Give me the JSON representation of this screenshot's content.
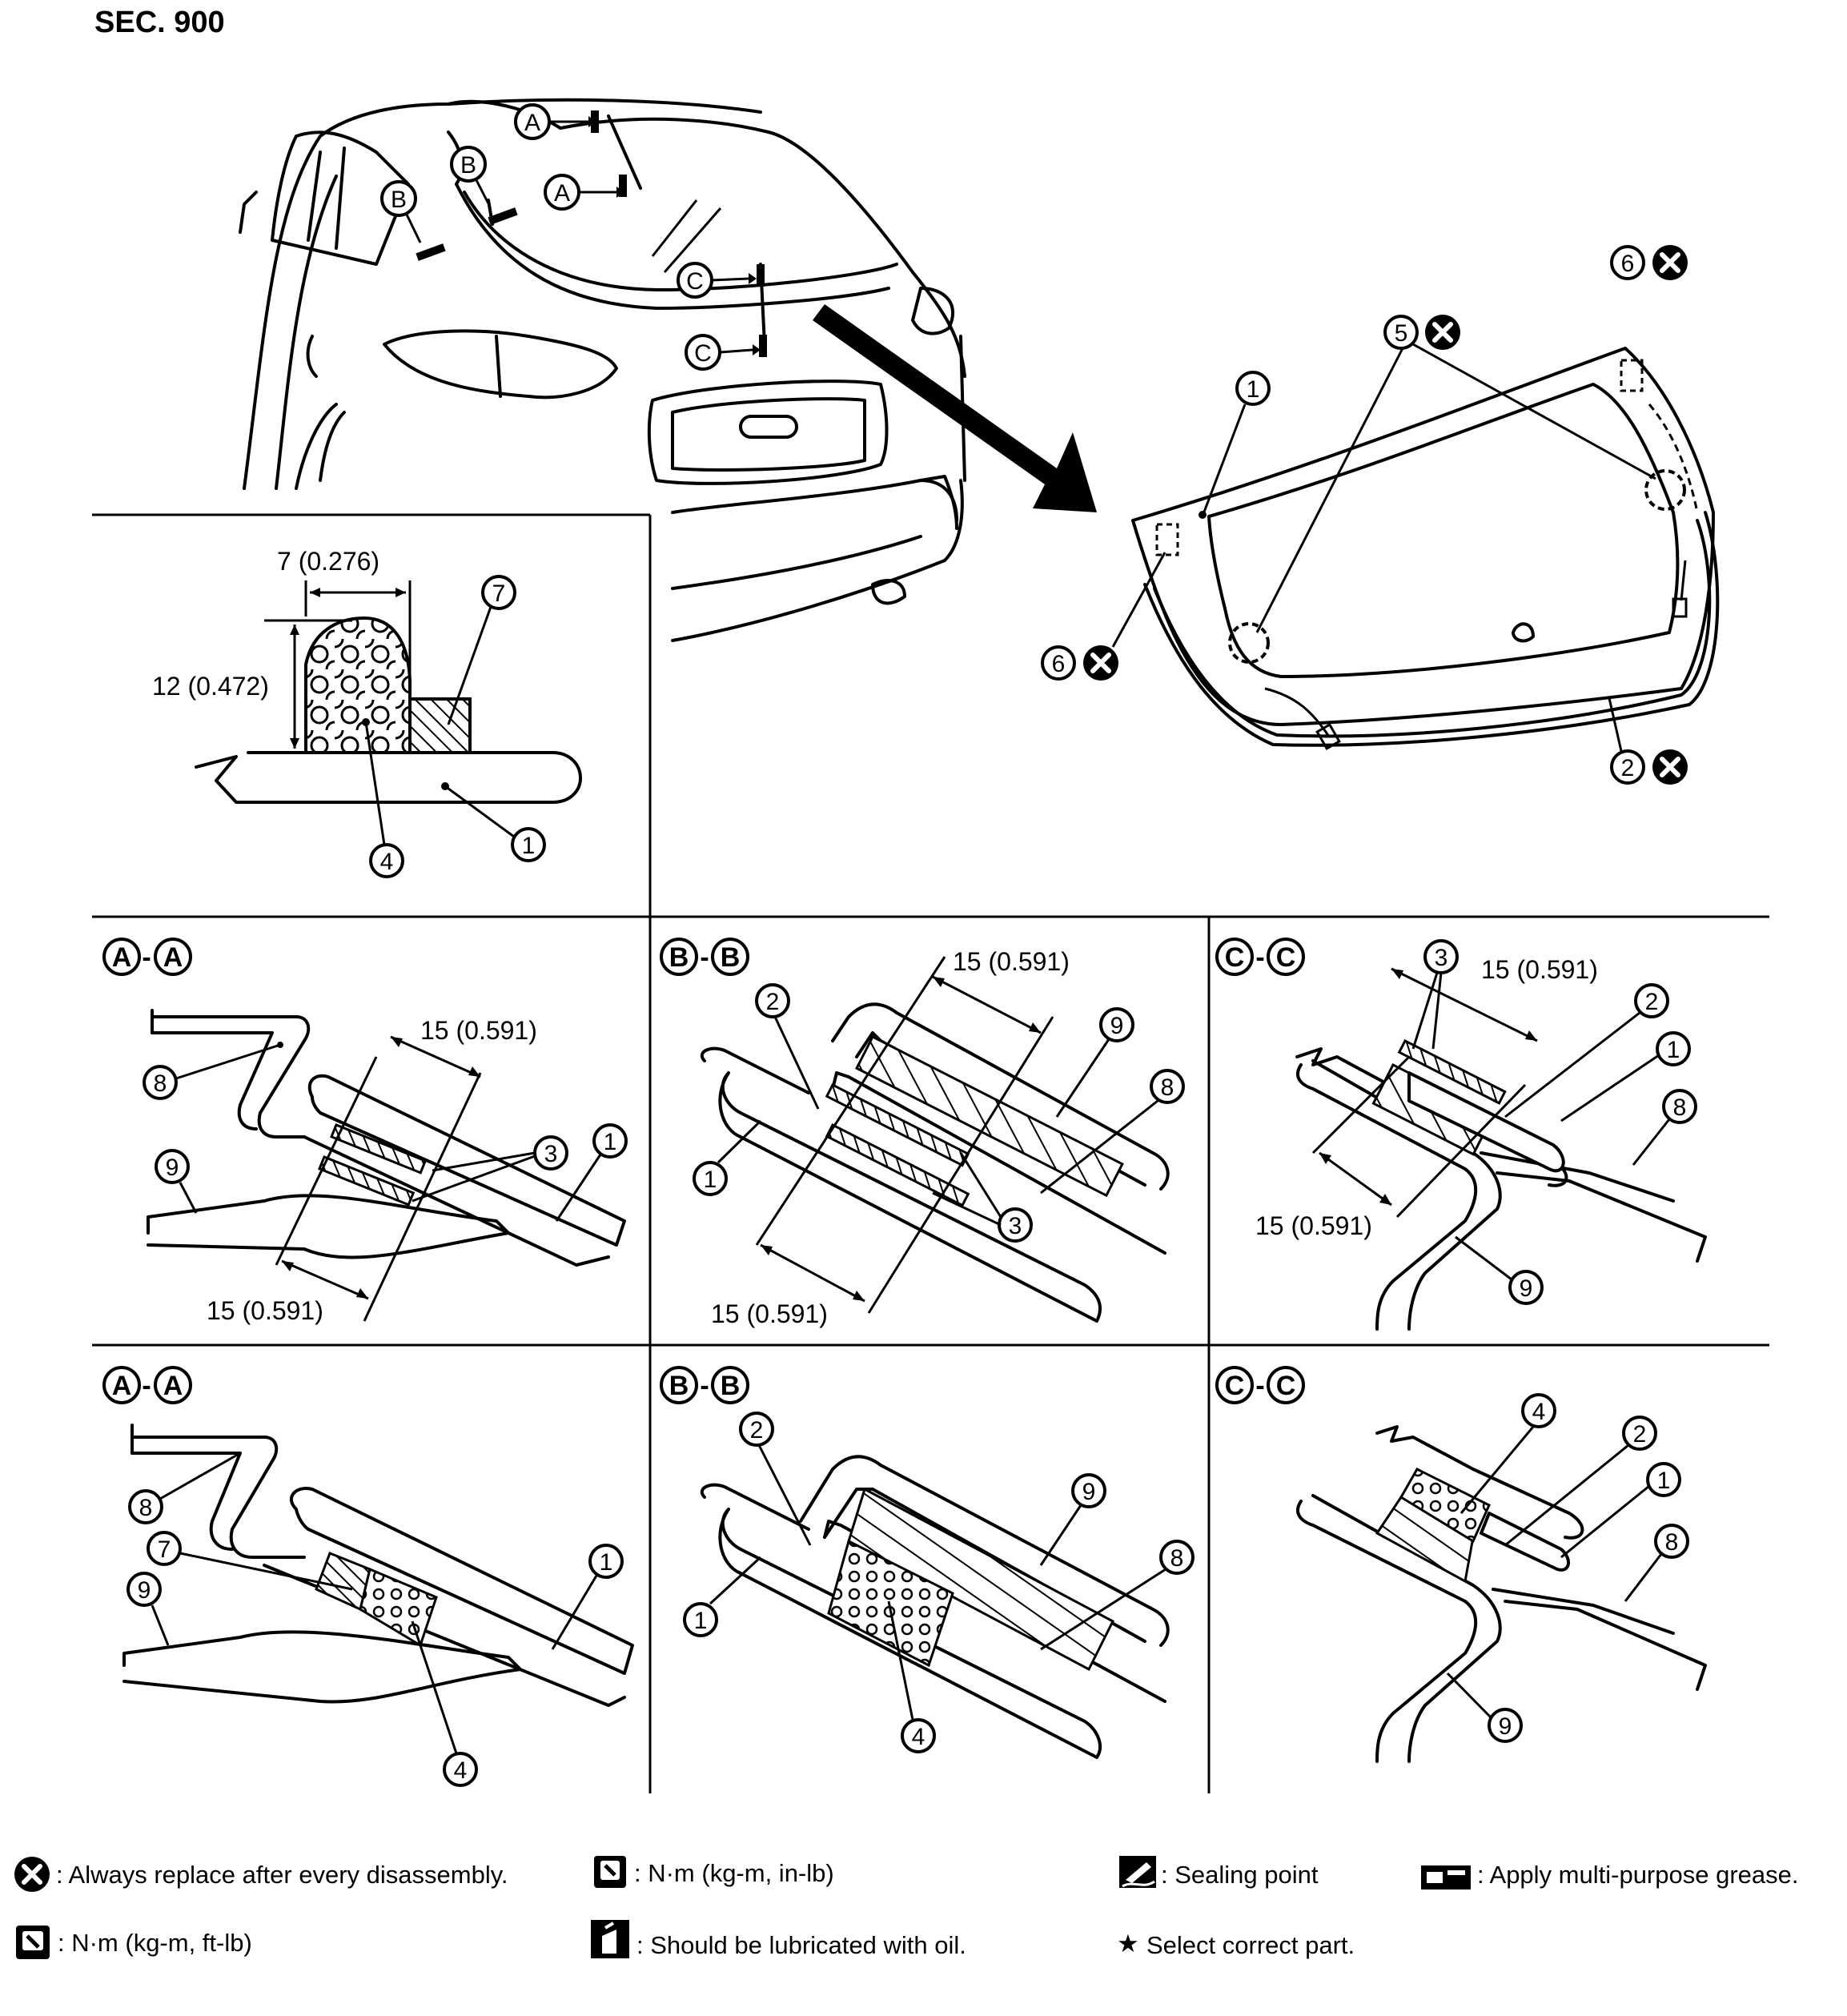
{
  "section_title": "SEC. 900",
  "callouts": {
    "A": "A",
    "B": "B",
    "C": "C",
    "n1": "1",
    "n2": "2",
    "n3": "3",
    "n4": "4",
    "n5": "5",
    "n6": "6",
    "n7": "7",
    "n8": "8",
    "n9": "9"
  },
  "dimensions": {
    "width": "7 (0.276)",
    "height": "12 (0.472)",
    "span": "15 (0.591)"
  },
  "section_labels": {
    "dash": "-"
  },
  "legend": {
    "replace": ": Always replace after every disassembly.",
    "torque_inlb": ": N·m (kg-m, in-lb)",
    "sealing": ": Sealing point",
    "grease": ": Apply multi-purpose grease.",
    "torque_ftlb": ": N·m (kg-m, ft-lb)",
    "oil": ": Should be lubricated with oil.",
    "select": "Select correct part.",
    "star": "★"
  },
  "icons": [
    "replace-x-icon",
    "torque-wrench-icon",
    "sealing-point-icon",
    "grease-icon",
    "oil-can-icon",
    "star-icon"
  ]
}
